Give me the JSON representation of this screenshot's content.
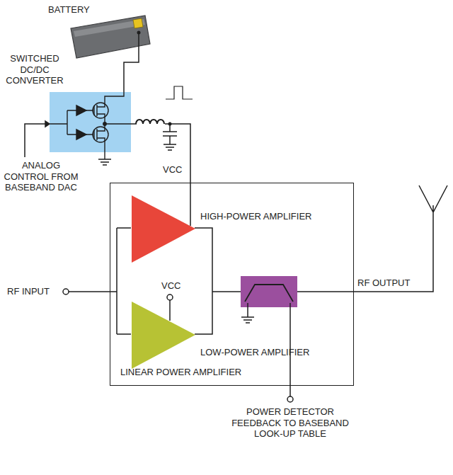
{
  "diagram": {
    "nodes": [
      {
        "text": [
          "BATTERY"
        ]
      },
      {
        "text": [
          "SWITCHED DC/DC CONVERTER"
        ]
      },
      {
        "text": [
          "LINEAR POWER AMPLIFIER"
        ]
      },
      {
        "text": [
          "HIGH-POWER AMPLIFIER"
        ],
        "in": 2
      },
      {
        "text": [
          "LOW-POWER AMPLIFIER"
        ],
        "in": 2
      }
    ],
    "edges": [
      {
        "from": 0,
        "to": 1,
        "arrow": "none"
      },
      {
        "from": 1,
        "to": 3,
        "arrow": "none"
      }
    ],
    "labels": [
      "VCC",
      "ANALOG CONTROL FROM BASEBAND DAC",
      "RF INPUT",
      "VCC",
      "RF OUTPUT",
      "POWER DETECTOR FEEDBACK TO BASEBAND LOOK-UP TABLE"
    ]
  }
}
